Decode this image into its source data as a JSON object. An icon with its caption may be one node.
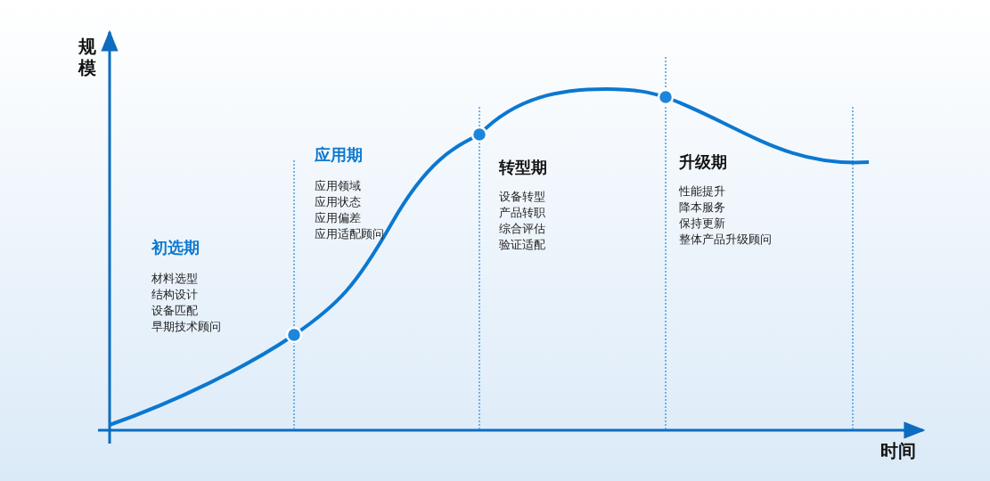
{
  "diagram": {
    "labels": [
      "规模",
      "初选期",
      "材料选型",
      "结构设计",
      "设备匹配",
      "早期技术顾问",
      "应用期",
      "应用领域",
      "应用状态",
      "应用偏差",
      "应用适配顾问",
      "转型期",
      "设备转型",
      "产品转职",
      "综合评估",
      "验证适配",
      "升级期",
      "性能提升",
      "降本服务",
      "保持更新",
      "整体产品升级顾问",
      "时间"
    ]
  }
}
